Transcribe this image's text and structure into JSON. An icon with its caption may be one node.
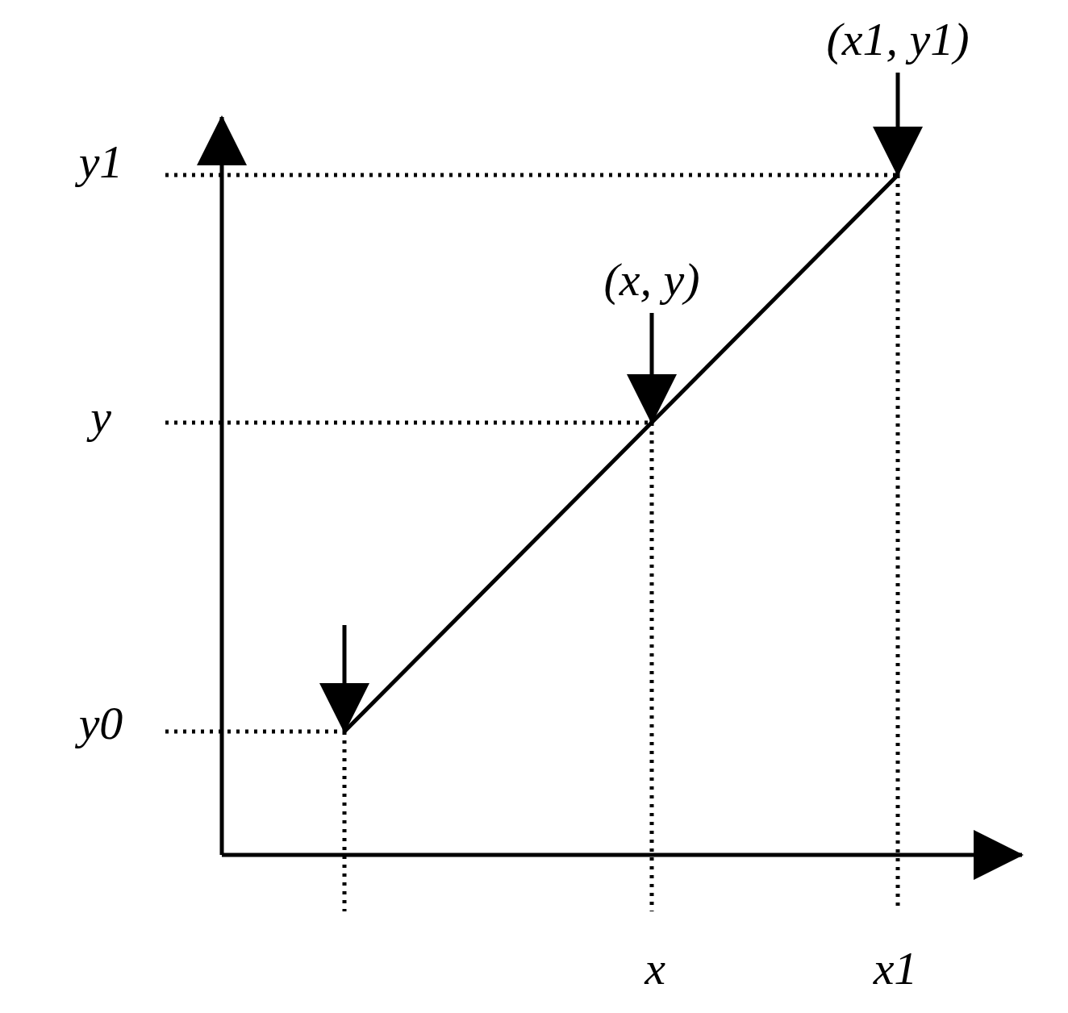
{
  "diagram": {
    "nodes": [
      {
        "text": [
          "(x1, y1)"
        ]
      },
      {
        "text": [
          "(x, y)"
        ]
      }
    ],
    "edges": [
      {
        "from": 0,
        "to": null,
        "arrow": "to"
      },
      {
        "from": 1,
        "to": null,
        "arrow": "to"
      }
    ],
    "labels": [
      "y1",
      "y",
      "y0",
      "x",
      "x1"
    ]
  }
}
